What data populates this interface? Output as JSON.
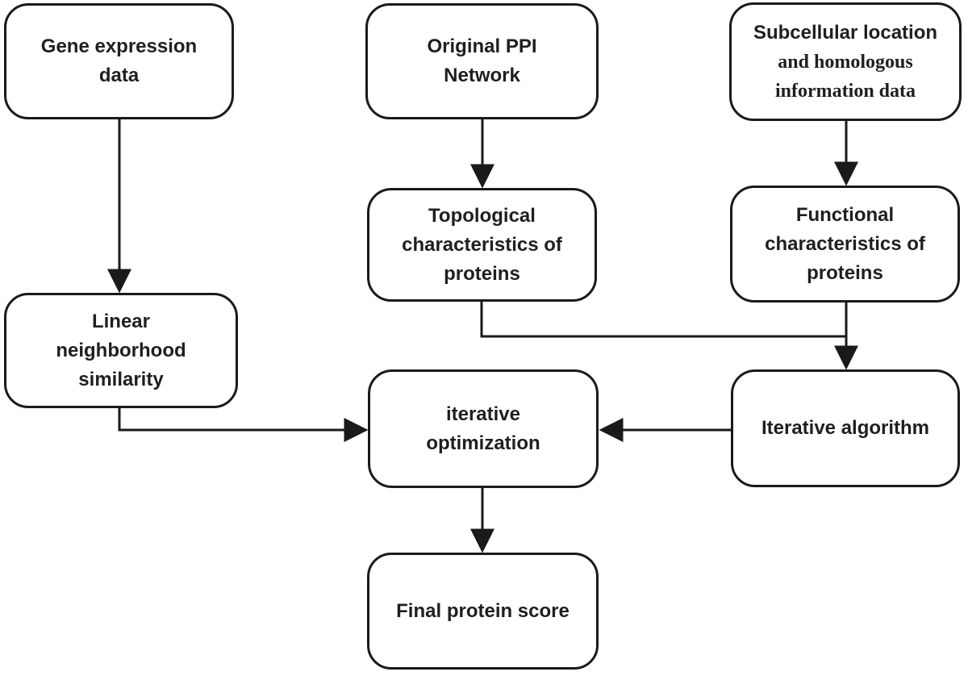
{
  "diagram": {
    "colors": {
      "stroke": "#1a1a1a",
      "text": "#1f1f1f",
      "background": "#ffffff"
    },
    "nodes": {
      "gene_expression": {
        "label": "Gene expression\ndata"
      },
      "original_ppi": {
        "label": "Original PPI\nNetwork"
      },
      "subcellular": {
        "line1": "Subcellular location",
        "line2": "and homologous\ninformation data"
      },
      "topological": {
        "label": "Topological\ncharacteristics of\nproteins"
      },
      "functional": {
        "label": "Functional\ncharacteristics of\nproteins"
      },
      "linear_neighborhood": {
        "label": "Linear\nneighborhood\nsimilarity"
      },
      "iterative_optimization": {
        "label": "iterative\noptimization"
      },
      "iterative_algorithm": {
        "label": "Iterative algorithm"
      },
      "final_protein_score": {
        "label": "Final protein score"
      }
    },
    "edges": [
      {
        "from": "gene_expression",
        "to": "linear_neighborhood"
      },
      {
        "from": "original_ppi",
        "to": "topological"
      },
      {
        "from": "subcellular",
        "to": "functional"
      },
      {
        "from": "topological",
        "to": "iterative_algorithm"
      },
      {
        "from": "functional",
        "to": "iterative_algorithm"
      },
      {
        "from": "linear_neighborhood",
        "to": "iterative_optimization"
      },
      {
        "from": "iterative_algorithm",
        "to": "iterative_optimization"
      },
      {
        "from": "iterative_optimization",
        "to": "final_protein_score"
      }
    ]
  }
}
